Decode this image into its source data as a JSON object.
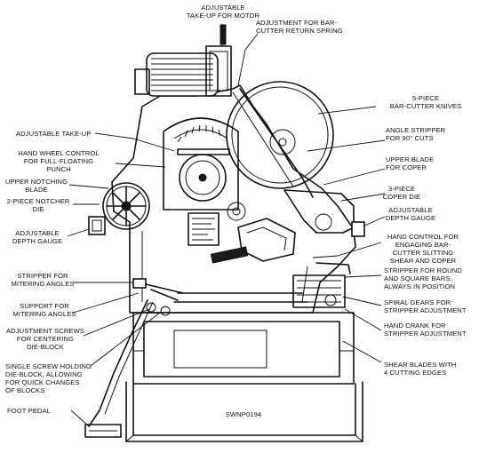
{
  "figure_code": "SWNP0194",
  "labels": {
    "takeup_motor": "ADJUSTABLE\nTAKE-UP FOR MOTOR",
    "bar_cutter_return": "ADJUSTMENT FOR BAR-\nCUTTER RETURN SPRING",
    "five_piece_knives": "5-PIECE\nBAR-CUTTER KNIVES",
    "adjustable_takeup": "ADJUSTABLE TAKE-UP",
    "hand_wheel": "HAND WHEEL CONTROL\nFOR FULL-FLOATING\nPUNCH",
    "angle_stripper": "ANGLE STRIPPER\nFOR 90° CUTS",
    "upper_blade_coper": "UPPER BLADE\nFOR COPER",
    "upper_notching": "UPPER NOTCHING\nBLADE",
    "two_piece_notcher": "2-PIECE NOTCHER\nDIE",
    "three_piece_coper": "3-PIECE\nCOPER DIE",
    "depth_gauge_right": "ADJUSTABLE\nDEPTH GAUGE",
    "depth_gauge_left": "ADJUSTABLE\nDEPTH GAUGE",
    "hand_control": "HAND CONTROL FOR\nENGAGING BAR-\nCUTTER SLITTING\nSHEAR AND COPER",
    "stripper_mitering": "STRIPPER FOR\nMITERING ANGLES",
    "stripper_round": "STRIPPER FOR ROUND\nAND SQUARE BARS.\nALWAYS IN POSITION",
    "support_mitering": "SUPPORT FOR\nMITERING ANGLES",
    "spiral_gears": "SPIRAL GEARS FOR\nSTRIPPER ADJUSTMENT",
    "adjustment_screws": "ADJUSTMENT SCREWS\nFOR CENTERING\nDIE-BLOCK",
    "hand_crank": "HAND CRANK FOR\nSTRIPPER ADJUSTMENT",
    "single_screw": "SINGLE SCREW HOLDING\nDIE-BLOCK, ALLOWING\nFOR QUICK CHANGES\nOF BLOCKS",
    "shear_blades": "SHEAR BLADES WITH\n4 CUTTING EDGES",
    "foot_pedal": "FOOT PEDAL"
  }
}
